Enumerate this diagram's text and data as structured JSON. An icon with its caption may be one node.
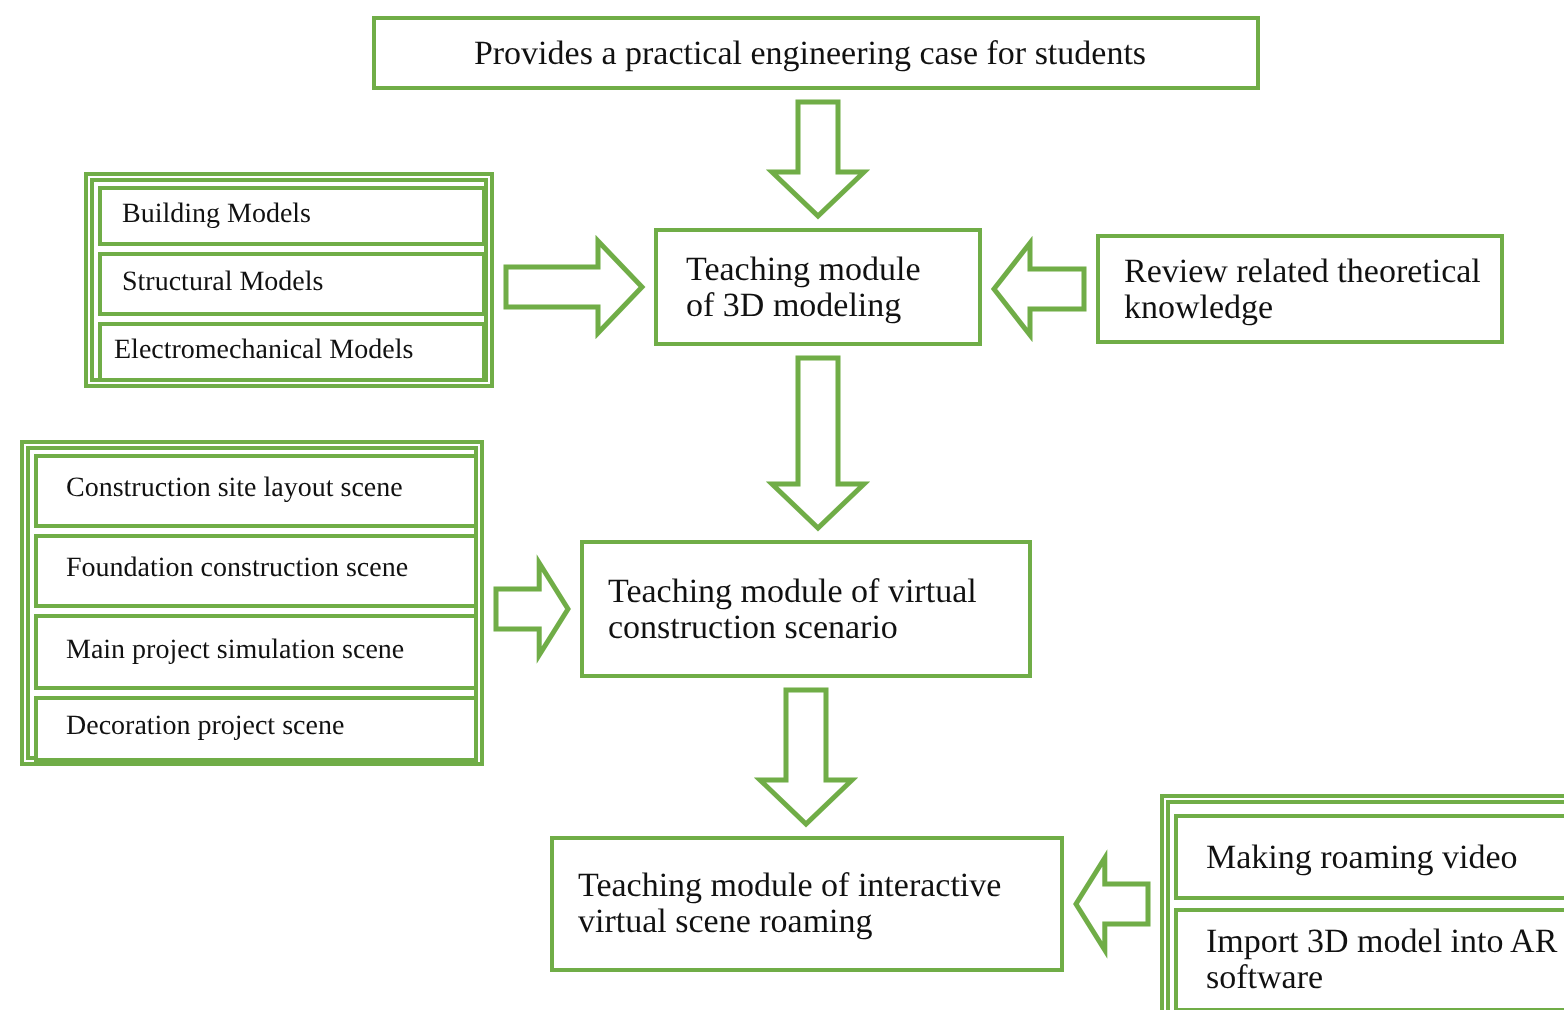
{
  "diagram": {
    "nodes": [
      {
        "text": [
          "Provides a practical engineering case for students"
        ]
      },
      {
        "text": [],
        "shape": "box"
      },
      {
        "text": [
          "Building Models"
        ],
        "in": 1
      },
      {
        "text": [
          "Structural Models"
        ],
        "in": 1
      },
      {
        "text": [
          "Electromechanical Models"
        ],
        "in": 1
      },
      {
        "text": [
          "Teaching module of 3D modeling"
        ]
      },
      {
        "text": [
          "Review related theoretical knowledge"
        ]
      },
      {
        "text": [],
        "shape": "box"
      },
      {
        "text": [
          "Construction site layout scene"
        ],
        "in": 7
      },
      {
        "text": [
          "Foundation construction scene"
        ],
        "in": 7
      },
      {
        "text": [
          "Main project simulation scene"
        ],
        "in": 7
      },
      {
        "text": [
          "Decoration project scene"
        ],
        "in": 7
      },
      {
        "text": [
          "Teaching module of virtual construction scenario"
        ]
      },
      {
        "text": [
          "Teaching module of interactive virtual scene roaming"
        ]
      },
      {
        "text": [],
        "shape": "box"
      },
      {
        "text": [
          "Making roaming video"
        ],
        "in": 14
      },
      {
        "text": [
          "Import 3D model into AR software"
        ],
        "in": 14
      }
    ],
    "edges": [
      {
        "from": 0,
        "to": 5,
        "arrow": "to"
      },
      {
        "from": 1,
        "to": 5,
        "arrow": "to"
      },
      {
        "from": 6,
        "to": 5,
        "arrow": "to"
      },
      {
        "from": 5,
        "to": 12,
        "arrow": "to"
      },
      {
        "from": 7,
        "to": 12,
        "arrow": "to"
      },
      {
        "from": 12,
        "to": 13,
        "arrow": "to"
      },
      {
        "from": 14,
        "to": 13,
        "arrow": "to"
      }
    ]
  }
}
